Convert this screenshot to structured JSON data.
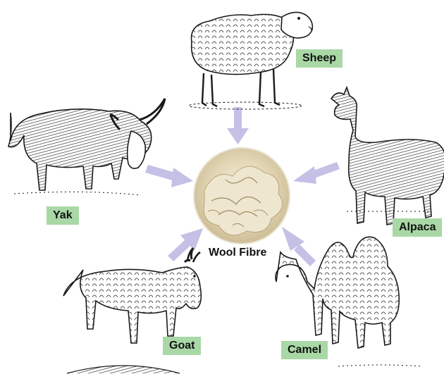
{
  "center": {
    "label": "Wool Fibre"
  },
  "animals": {
    "sheep": {
      "label": "Sheep"
    },
    "alpaca": {
      "label": "Alpaca"
    },
    "yak": {
      "label": "Yak"
    },
    "goat": {
      "label": "Goat"
    },
    "camel": {
      "label": "Camel"
    }
  },
  "colors": {
    "label_bg": "#a9d8a6",
    "arrow": "#c4c0e6",
    "ink": "#1a1a1a",
    "wool": "#e6dcc2"
  }
}
